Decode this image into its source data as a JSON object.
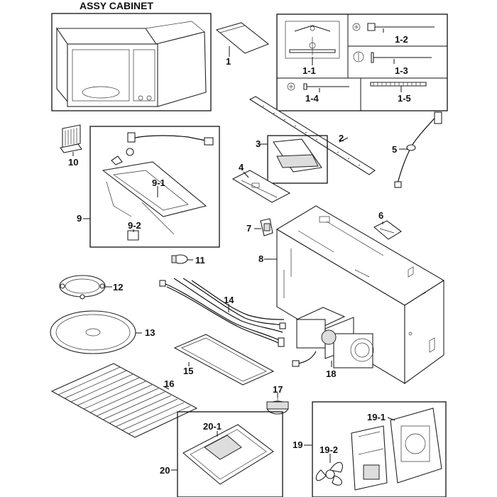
{
  "title": "ASSY CABINET",
  "labels": {
    "p1": "1",
    "p1_1": "1-1",
    "p1_2": "1-2",
    "p1_3": "1-3",
    "p1_4": "1-4",
    "p1_5": "1-5",
    "p2": "2",
    "p3": "3",
    "p4": "4",
    "p5": "5",
    "p6": "6",
    "p7": "7",
    "p8": "8",
    "p9": "9",
    "p9_1": "9-1",
    "p9_2": "9-2",
    "p10": "10",
    "p11": "11",
    "p12": "12",
    "p13": "13",
    "p14": "14",
    "p15": "15",
    "p16": "16",
    "p17": "17",
    "p18": "18",
    "p19": "19",
    "p19_1": "19-1",
    "p19_2": "19-2",
    "p20": "20",
    "p20_1": "20-1"
  }
}
